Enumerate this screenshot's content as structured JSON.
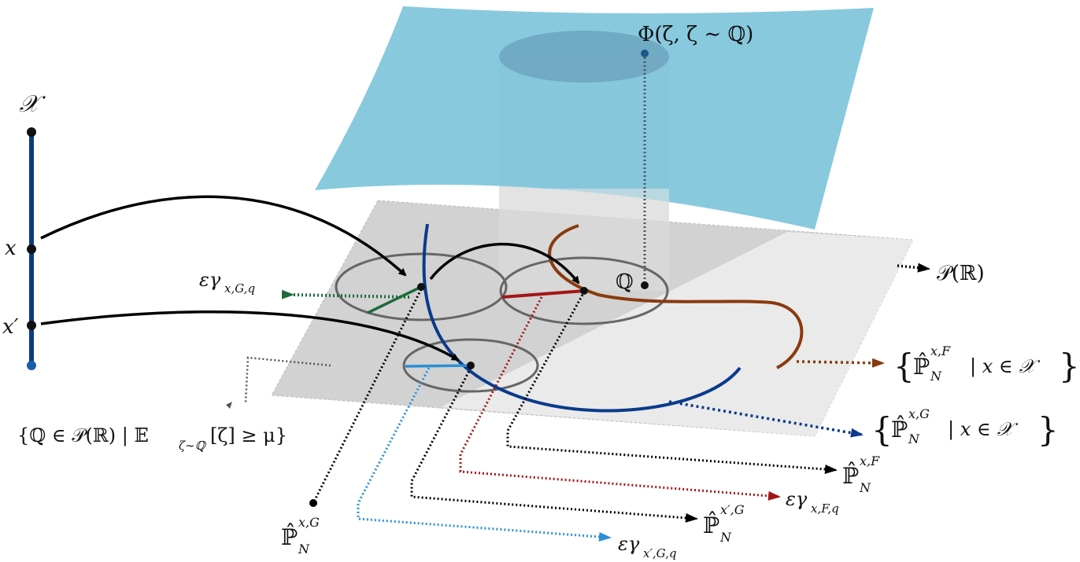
{
  "labels": {
    "space_x": "𝒳",
    "point_x": "x",
    "point_x_prime": "x′",
    "phi": "Φ(ζ, ζ ∼ ℚ)",
    "q_point": "ℚ",
    "prob_space": "𝒫(ℝ)",
    "eps_gamma_xGq": "εγ",
    "eps_gamma_xGq_sub": "x,G,q",
    "set_Q": "{ℚ ∈ 𝒫(ℝ) | 𝔼",
    "set_Q_sub": "ζ∼ℚ",
    "set_Q_rest": "[ζ] ≥ μ}",
    "set_F_open": "{",
    "set_F_p": "ℙ̂",
    "set_F_sup": "x,F",
    "set_F_sub": "N",
    "set_F_rest": "| x ∈ 𝒳",
    "set_F_close": "}",
    "set_G_open": "{",
    "set_G_p": "ℙ̂",
    "set_G_sup": "x,G",
    "set_G_sub": "N",
    "set_G_rest": "| x ∈ 𝒳",
    "set_G_close": "}",
    "p_xF": "ℙ̂",
    "p_xF_sup": "x,F",
    "p_xF_sub": "N",
    "eps_xFq": "εγ",
    "eps_xFq_sub": "x,F,q",
    "p_xpG": "ℙ̂",
    "p_xpG_sup": "x′,G",
    "p_xpG_sub": "N",
    "p_xG": "ℙ̂",
    "p_xG_sup": "x,G",
    "p_xG_sub": "N",
    "eps_xpGq": "εγ",
    "eps_xpGq_sub": "x′,G,q"
  },
  "colors": {
    "surface": "#7ec4db",
    "plane": "#cfcfcf",
    "plane_light": "#ececec",
    "blue_curve": "#0a3a8c",
    "brown_curve": "#8a3a0e",
    "green": "#1e6b3a",
    "red": "#a31515",
    "light_blue": "#2b8fd6",
    "circle": "#6a6a6a",
    "axis": "#0d3a82"
  }
}
